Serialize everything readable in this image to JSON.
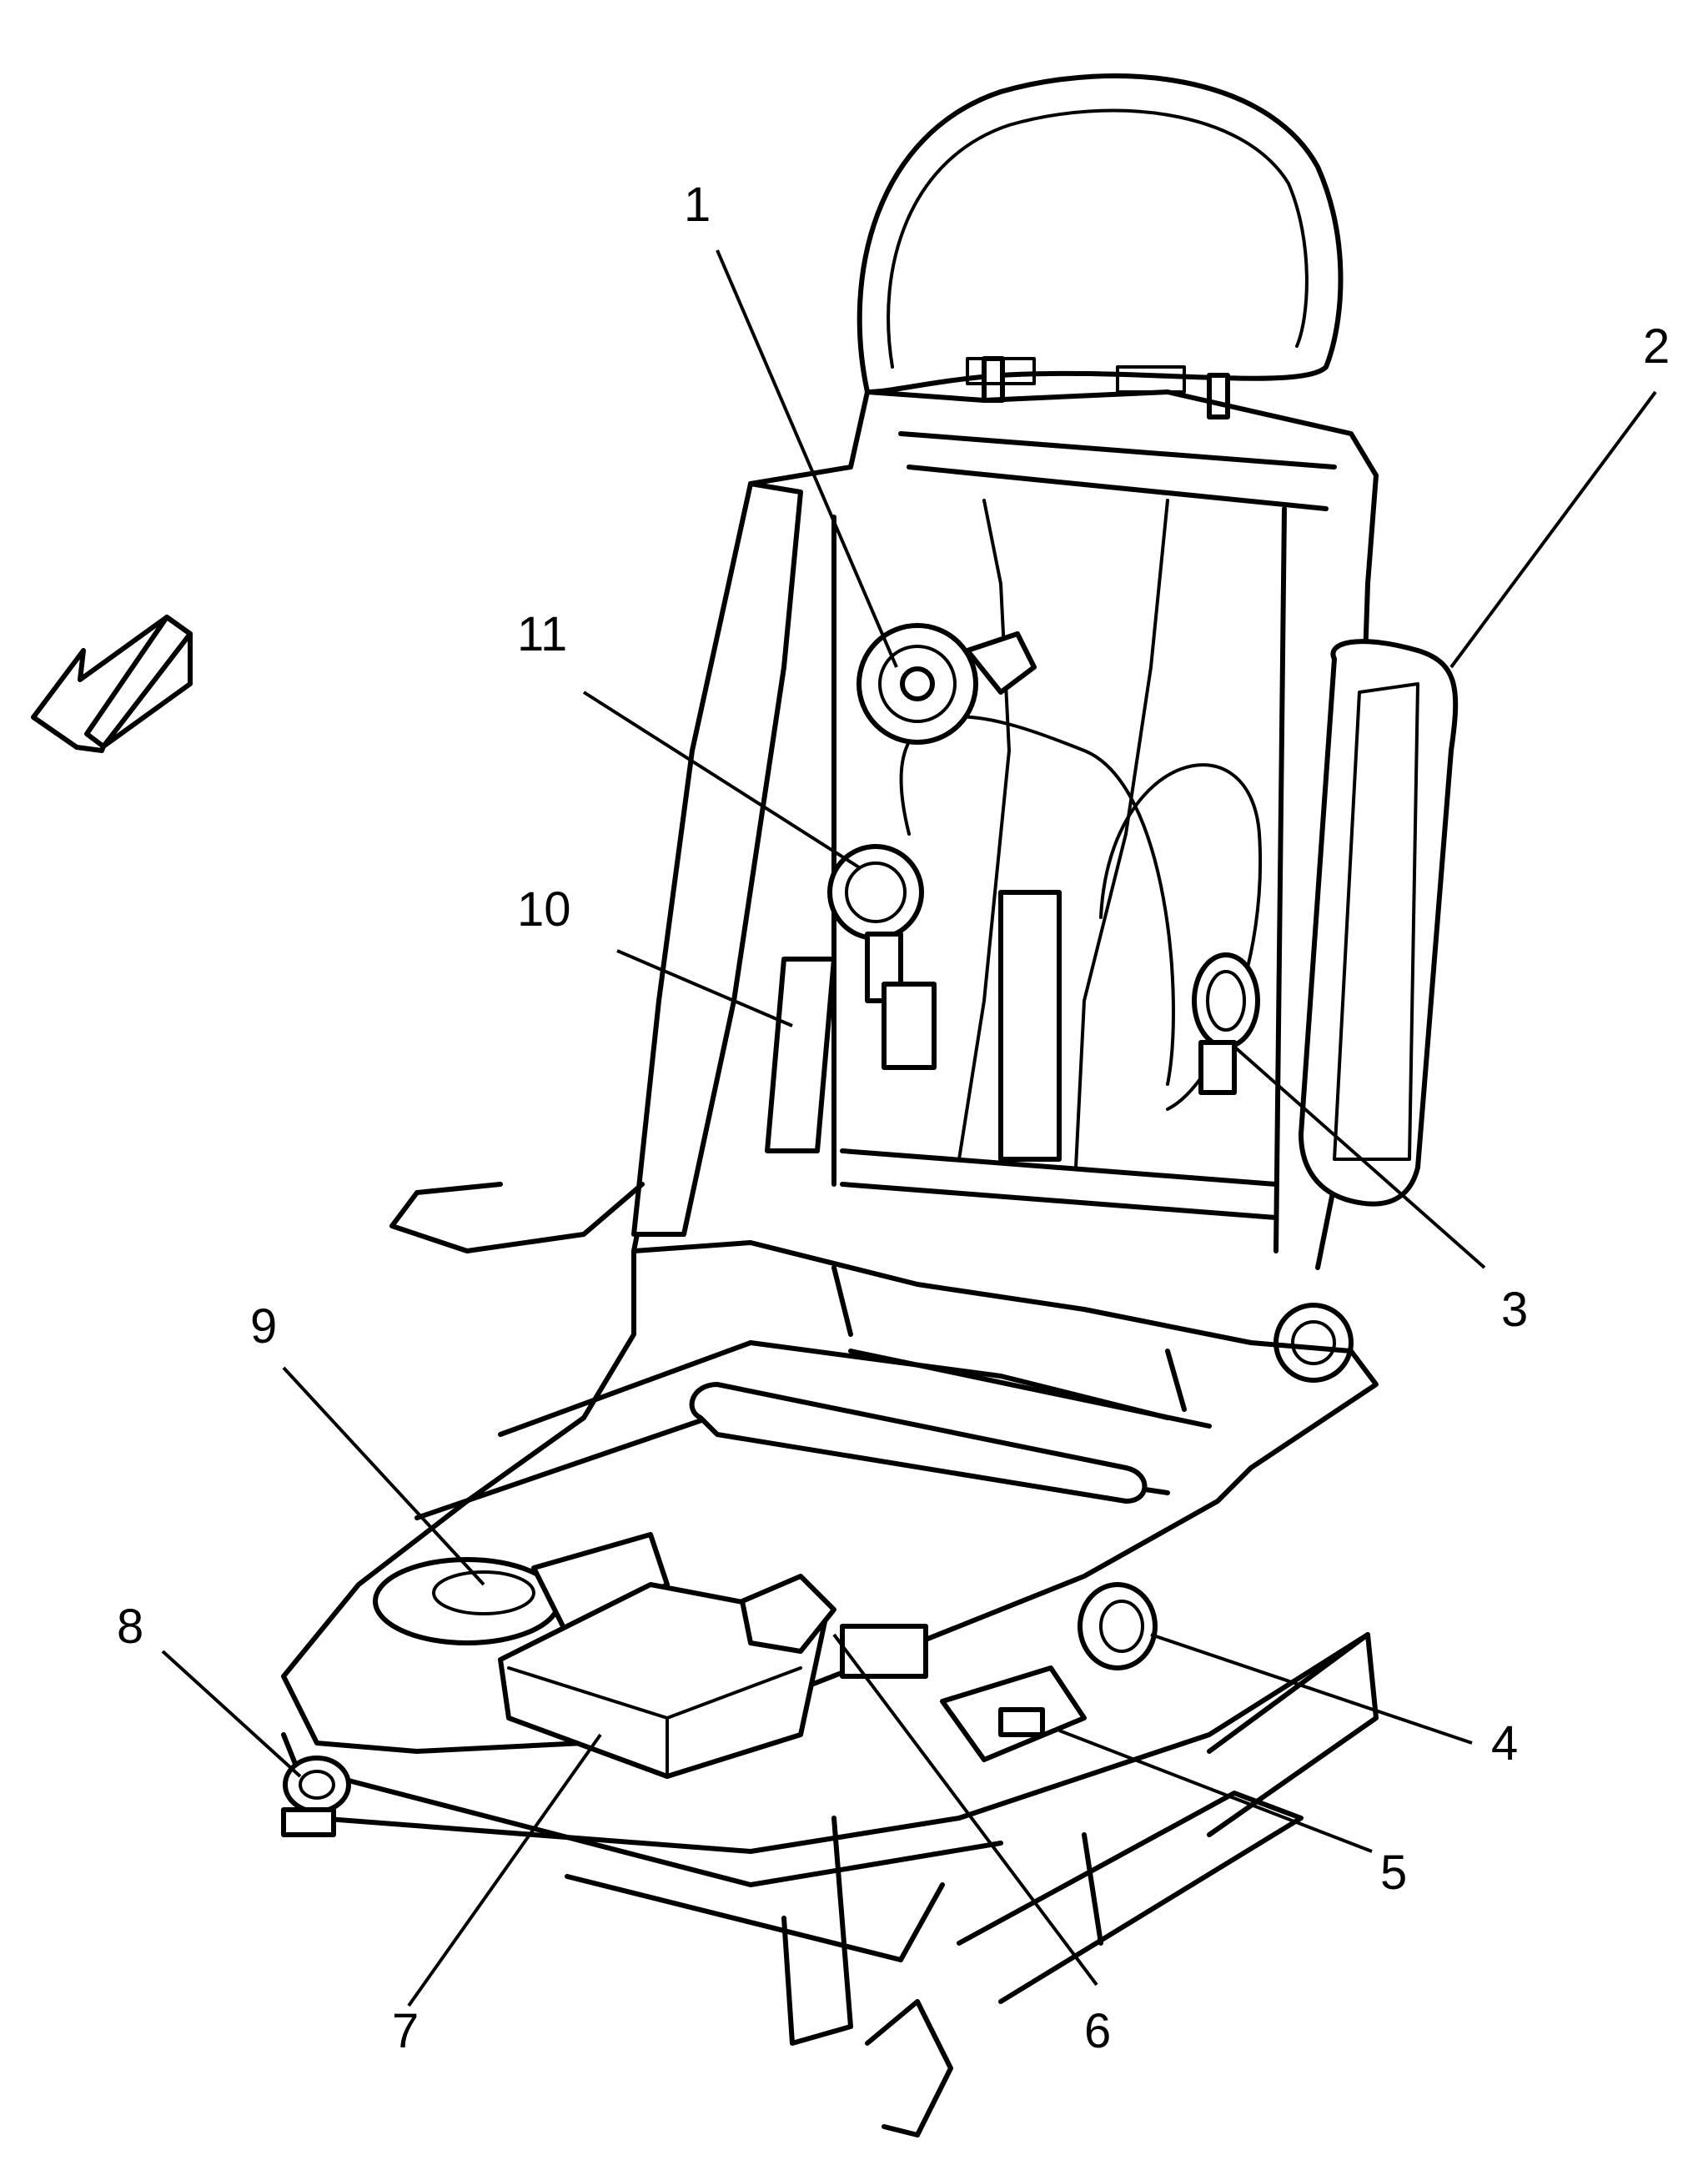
{
  "callouts": [
    {
      "id": 1,
      "label": "1"
    },
    {
      "id": 2,
      "label": "2"
    },
    {
      "id": 3,
      "label": "3"
    },
    {
      "id": 4,
      "label": "4"
    },
    {
      "id": 5,
      "label": "5"
    },
    {
      "id": 6,
      "label": "6"
    },
    {
      "id": 7,
      "label": "7"
    },
    {
      "id": 8,
      "label": "8"
    },
    {
      "id": 9,
      "label": "9"
    },
    {
      "id": 10,
      "label": "10"
    },
    {
      "id": 11,
      "label": "11"
    }
  ],
  "colors": {
    "ink": "#000000",
    "paper": "#ffffff"
  },
  "icons": {
    "direction": "front-arrow-icon"
  }
}
